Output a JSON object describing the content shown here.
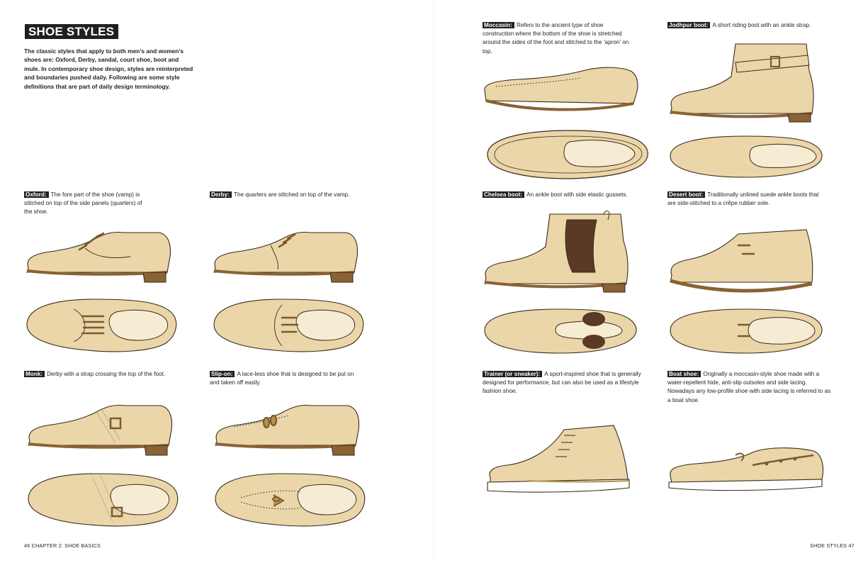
{
  "heading": "SHOE STYLES",
  "intro": "The classic styles that apply to both men’s and women’s shoes are: Oxford, Derby, sandal, court shoe, boot and mule. In contemporary shoe design, styles are reinterpreted and boundaries pushed daily. Following are some style definitions that are part of daily design terminology.",
  "entries": [
    {
      "term": "Oxford:",
      "def": "The fore part of the shoe (vamp) is stitched on top of the side panels (quarters) of the shoe."
    },
    {
      "term": "Derby:",
      "def": "The quarters are stitched on top of the vamp."
    },
    {
      "term": "Monk:",
      "def": "Derby with a strap crossing the top of the foot."
    },
    {
      "term": "Slip-on:",
      "def": "A lace-less shoe that is designed to be put on and taken off easily."
    },
    {
      "term": "Moccasin:",
      "def": "Refers to the ancient type of shoe construction where the bottom of the shoe is stretched around the sides of the foot and stitched to the ‘apron’ on top."
    },
    {
      "term": "Jodhpur boot:",
      "def": "A short riding boot with an ankle strap."
    },
    {
      "term": "Chelsea boot:",
      "def": "An ankle boot with side elastic gussets."
    },
    {
      "term": "Desert boot:",
      "def": "Traditionally unlined suede ankle boots that are side-stitched to a crêpe rubber sole."
    },
    {
      "term": "Trainer (or sneaker):",
      "def": "A sport-inspired shoe that is generally designed for performance, but can also be used as a lifestyle fashion shoe."
    },
    {
      "term": "Boat shoe:",
      "def": "Originally a moccasin-style shoe made with a water-repellent hide, anti-slip outsoles and side lacing. Nowadays any low-profile shoe with side lacing is referred to as a boat shoe."
    }
  ],
  "footer_left": "46 CHAPTER 2: SHOE BASICS",
  "footer_right": "SHOE STYLES 47",
  "colors": {
    "leather": "#ead6a8",
    "outline": "#3a2a1c",
    "heel": "#8a6234",
    "lining": "#f6ecd4",
    "elastic": "#5a3a24"
  }
}
